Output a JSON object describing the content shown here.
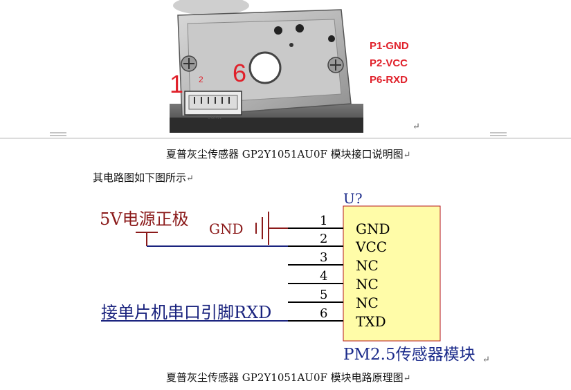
{
  "photo": {
    "pin_labels": [
      "P1-GND",
      "P2-VCC",
      "P6-RXD"
    ],
    "markers": {
      "one": "1",
      "two": "2",
      "six": "6"
    },
    "connector_text": "CONN"
  },
  "captions": {
    "interface": "夏普灰尘传感器 GP2Y1051AU0F 模块接口说明图",
    "intro": "其电路图如下图所示",
    "circuit": "夏普灰尘传感器 GP2Y1051AU0F 模块电路原理图"
  },
  "return_mark": "↵",
  "schematic": {
    "ref": "U?",
    "module_name": "PM2.5传感器模块",
    "power_label": "5V电源正极",
    "gnd_label": "GND",
    "rxd_label": "接单片机串口引脚RXD",
    "pins": [
      {
        "num": "1",
        "name": "GND"
      },
      {
        "num": "2",
        "name": "VCC"
      },
      {
        "num": "3",
        "name": "NC"
      },
      {
        "num": "4",
        "name": "NC"
      },
      {
        "num": "5",
        "name": "NC"
      },
      {
        "num": "6",
        "name": "TXD"
      }
    ]
  },
  "colors": {
    "label_dark_red": "#8b1a1a",
    "wire_blue": "#1a237e",
    "ref_blue": "#1a2a8a",
    "component_fill": "#fffca8",
    "component_border": "#b5161b",
    "photo_red": "#e0202a"
  }
}
